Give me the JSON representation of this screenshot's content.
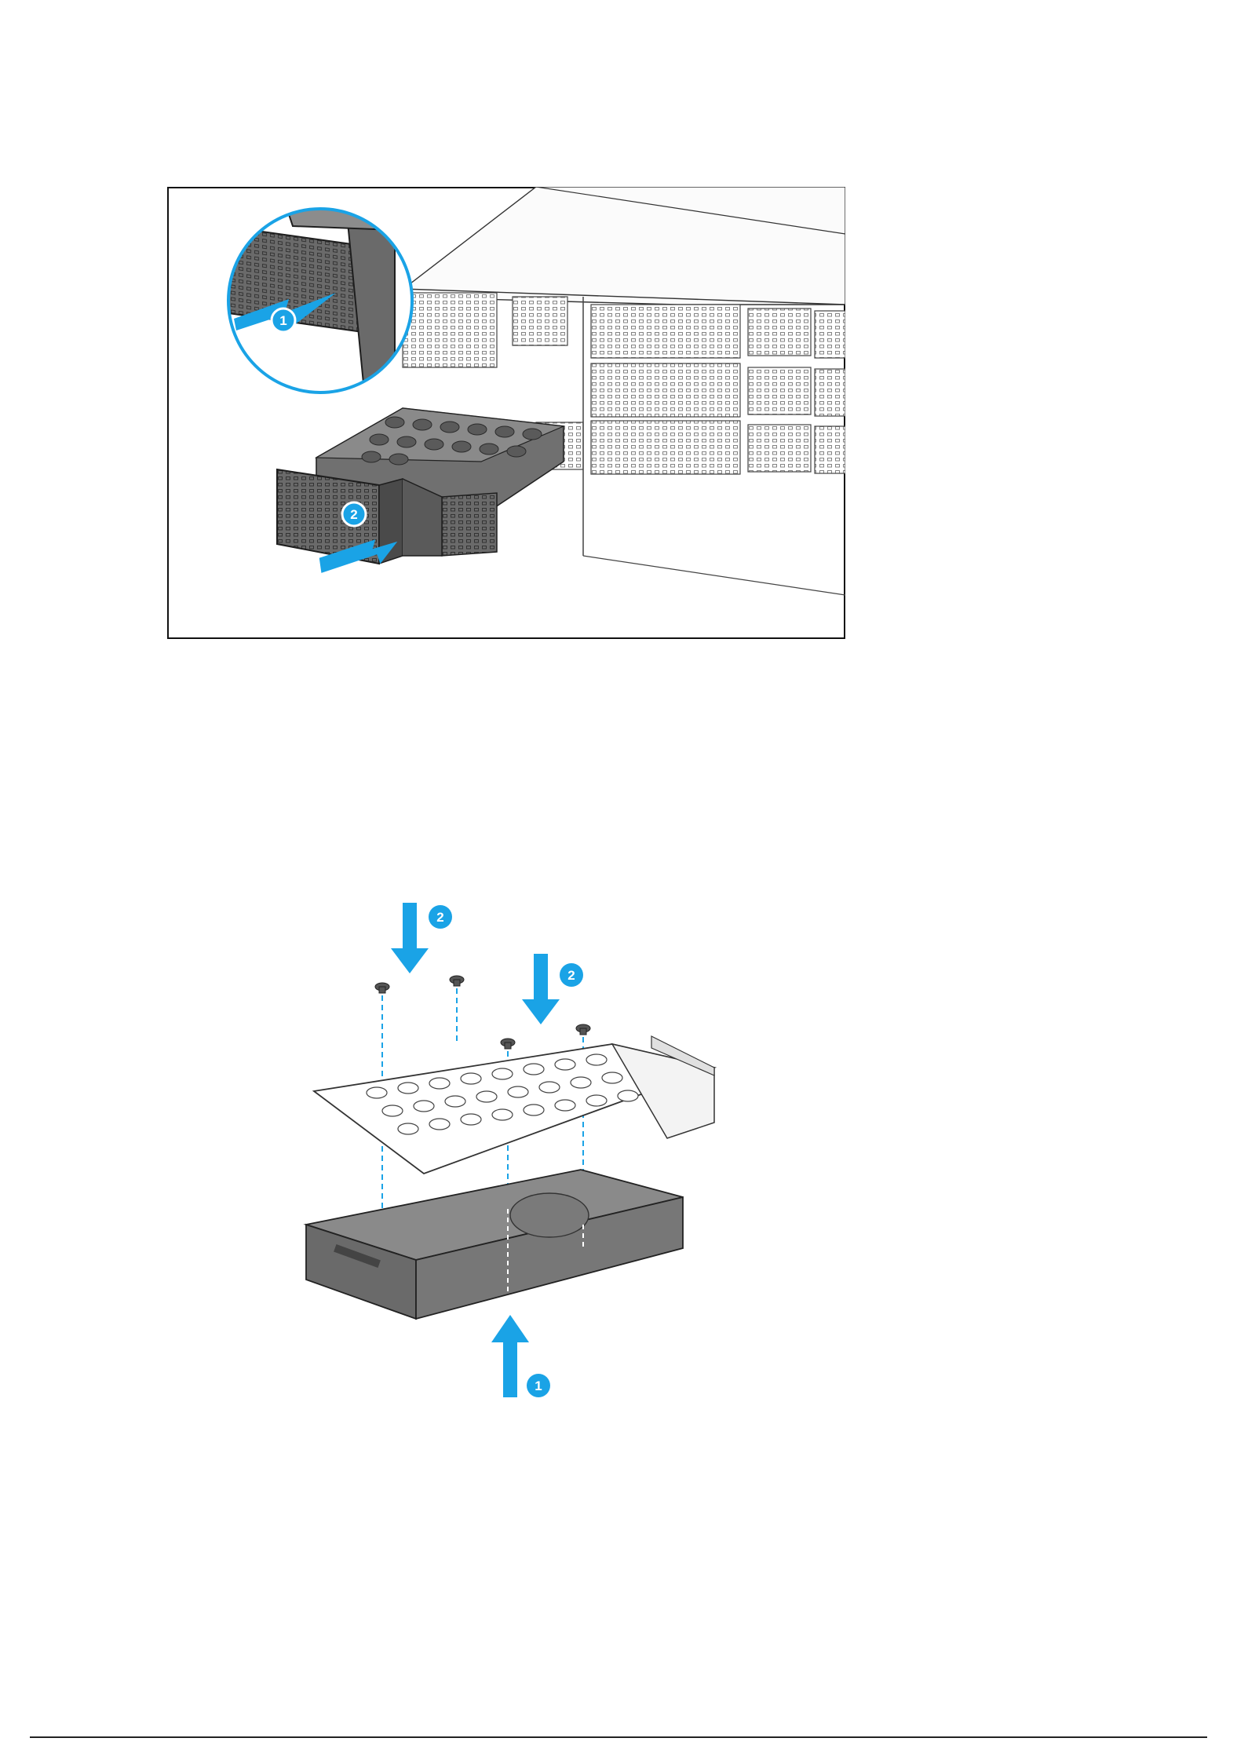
{
  "brand": {
    "accent": "#1aa3e6",
    "drive_gray": "#6e6e6e",
    "frame": "#111111"
  },
  "figure1": {
    "callouts": [
      {
        "label": "1"
      },
      {
        "label": "2"
      }
    ]
  },
  "figure2": {
    "callouts": [
      {
        "label": "2"
      },
      {
        "label": "2"
      },
      {
        "label": "1"
      }
    ]
  },
  "footer": {
    "text": ""
  }
}
